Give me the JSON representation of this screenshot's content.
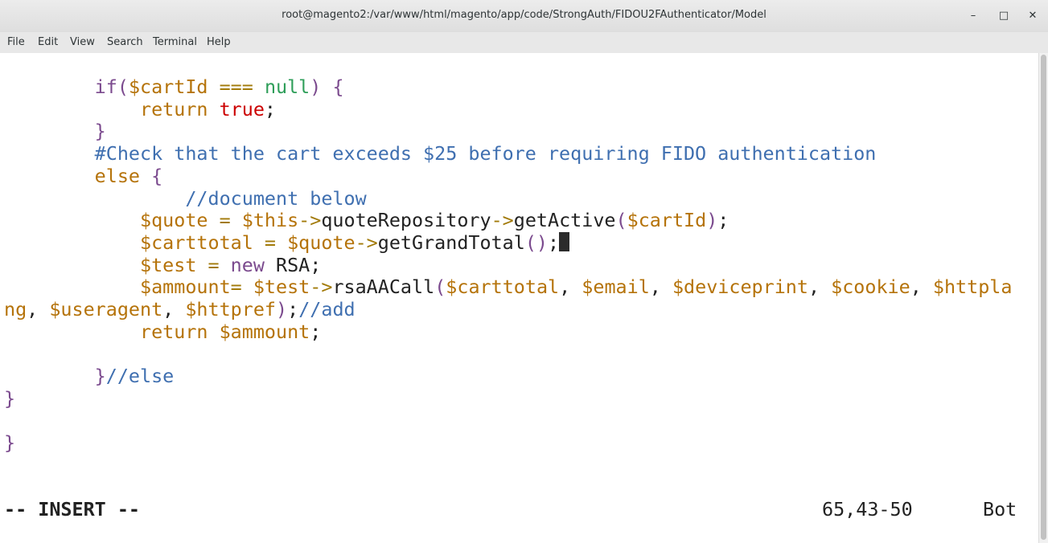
{
  "window": {
    "title": "root@magento2:/var/www/html/magento/app/code/StrongAuth/FIDOU2FAuthenticator/Model",
    "minimize": "–",
    "maximize": "□",
    "close": "✕"
  },
  "menu": [
    "File",
    "Edit",
    "View",
    "Search",
    "Terminal",
    "Help"
  ],
  "colors": {
    "keyword": "#7b4a8e",
    "variable": "#b5730a",
    "constant": "#cc0000",
    "comment": "#3f6fb0",
    "operator": "#a27a09",
    "special": "#2e9e59",
    "text": "#222222"
  },
  "code_lines": [
    [
      {
        "t": "        "
      },
      {
        "t": "if",
        "c": "keyword"
      },
      {
        "t": "(",
        "c": "keyword"
      },
      {
        "t": "$cartId",
        "c": "variable"
      },
      {
        "t": " === ",
        "c": "operator"
      },
      {
        "t": "null",
        "c": "special"
      },
      {
        "t": ") {",
        "c": "keyword"
      }
    ],
    [
      {
        "t": "            "
      },
      {
        "t": "return ",
        "c": "variable"
      },
      {
        "t": "true",
        "c": "constant"
      },
      {
        "t": ";"
      }
    ],
    [
      {
        "t": "        "
      },
      {
        "t": "}",
        "c": "keyword"
      }
    ],
    [
      {
        "t": "        "
      },
      {
        "t": "#Check that the cart exceeds $25 before requiring FIDO authentication",
        "c": "comment"
      }
    ],
    [
      {
        "t": "        "
      },
      {
        "t": "else",
        "c": "variable"
      },
      {
        "t": " {",
        "c": "keyword"
      }
    ],
    [
      {
        "t": "                "
      },
      {
        "t": "//document below",
        "c": "comment"
      }
    ],
    [
      {
        "t": "            "
      },
      {
        "t": "$quote",
        "c": "variable"
      },
      {
        "t": " = ",
        "c": "operator"
      },
      {
        "t": "$this",
        "c": "variable"
      },
      {
        "t": "->",
        "c": "operator"
      },
      {
        "t": "quoteRepository"
      },
      {
        "t": "->",
        "c": "operator"
      },
      {
        "t": "getActive"
      },
      {
        "t": "(",
        "c": "keyword"
      },
      {
        "t": "$cartId",
        "c": "variable"
      },
      {
        "t": ")",
        "c": "keyword"
      },
      {
        "t": ";"
      }
    ],
    [
      {
        "t": "            "
      },
      {
        "t": "$carttotal",
        "c": "variable"
      },
      {
        "t": " = ",
        "c": "operator"
      },
      {
        "t": "$quote",
        "c": "variable"
      },
      {
        "t": "->",
        "c": "operator"
      },
      {
        "t": "getGrandTotal"
      },
      {
        "t": "()",
        "c": "keyword"
      },
      {
        "t": ";"
      },
      {
        "cursor": true
      }
    ],
    [
      {
        "t": "            "
      },
      {
        "t": "$test",
        "c": "variable"
      },
      {
        "t": " = ",
        "c": "operator"
      },
      {
        "t": "new",
        "c": "keyword"
      },
      {
        "t": " RSA;"
      }
    ],
    [
      {
        "t": "            "
      },
      {
        "t": "$ammount",
        "c": "variable"
      },
      {
        "t": "= ",
        "c": "operator"
      },
      {
        "t": "$test",
        "c": "variable"
      },
      {
        "t": "->",
        "c": "operator"
      },
      {
        "t": "rsaAACall"
      },
      {
        "t": "(",
        "c": "keyword"
      },
      {
        "t": "$carttotal",
        "c": "variable"
      },
      {
        "t": ", "
      },
      {
        "t": "$email",
        "c": "variable"
      },
      {
        "t": ", "
      },
      {
        "t": "$deviceprint",
        "c": "variable"
      },
      {
        "t": ", "
      },
      {
        "t": "$cookie",
        "c": "variable"
      },
      {
        "t": ", "
      },
      {
        "t": "$httpla",
        "c": "variable"
      }
    ],
    [
      {
        "t": "ng",
        "c": "variable"
      },
      {
        "t": ", "
      },
      {
        "t": "$useragent",
        "c": "variable"
      },
      {
        "t": ", "
      },
      {
        "t": "$httpref",
        "c": "variable"
      },
      {
        "t": ")",
        "c": "keyword"
      },
      {
        "t": ";"
      },
      {
        "t": "//add",
        "c": "comment"
      }
    ],
    [
      {
        "t": "            "
      },
      {
        "t": "return ",
        "c": "variable"
      },
      {
        "t": "$ammount",
        "c": "variable"
      },
      {
        "t": ";"
      }
    ],
    [],
    [
      {
        "t": "        "
      },
      {
        "t": "}",
        "c": "keyword"
      },
      {
        "t": "//else",
        "c": "comment"
      }
    ],
    [
      {
        "t": "}",
        "c": "keyword"
      }
    ],
    [],
    [
      {
        "t": "}",
        "c": "keyword"
      }
    ]
  ],
  "status": {
    "mode": "-- INSERT --",
    "position": "65,43-50",
    "scroll": "Bot"
  }
}
